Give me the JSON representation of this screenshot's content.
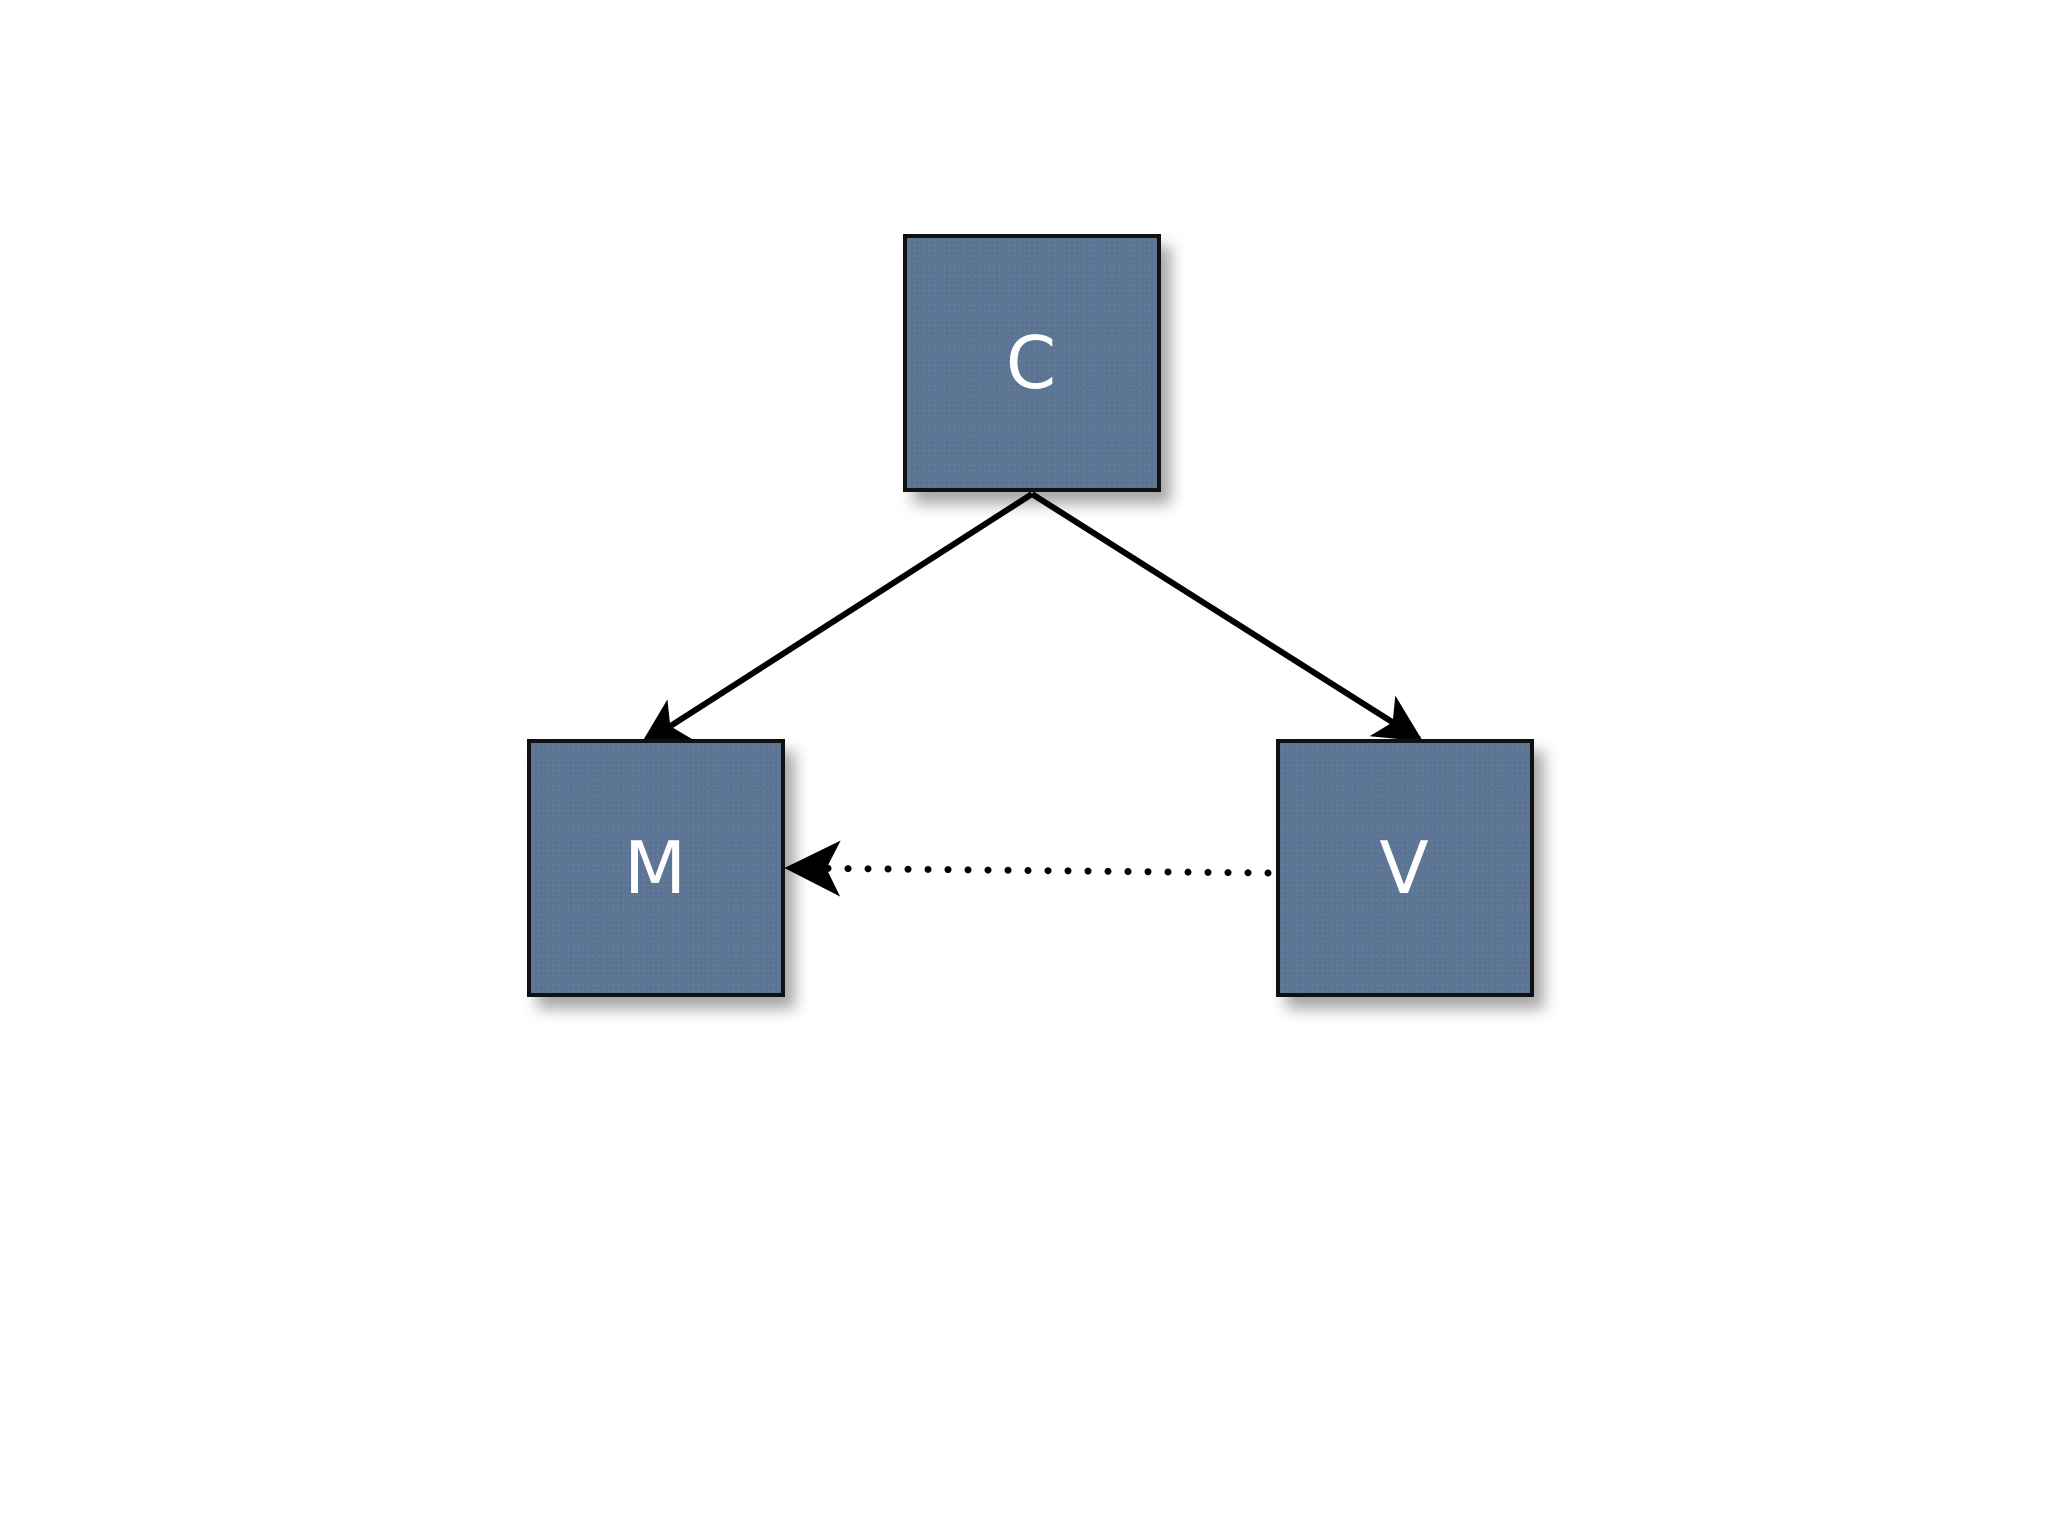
{
  "diagram": {
    "nodes": [
      {
        "id": "c",
        "label": "C",
        "fill": "#5d7594"
      },
      {
        "id": "m",
        "label": "M",
        "fill": "#5d7594"
      },
      {
        "id": "v",
        "label": "V",
        "fill": "#5d7594"
      }
    ],
    "edges": [
      {
        "from": "c",
        "to": "m",
        "style": "solid",
        "arrow": "end"
      },
      {
        "from": "c",
        "to": "v",
        "style": "solid",
        "arrow": "end"
      },
      {
        "from": "v",
        "to": "m",
        "style": "dotted",
        "arrow": "end"
      }
    ],
    "colors": {
      "node_fill": "#5d7594",
      "node_border": "#111111",
      "edge": "#000000",
      "label": "#ffffff",
      "background": "#ffffff"
    }
  }
}
